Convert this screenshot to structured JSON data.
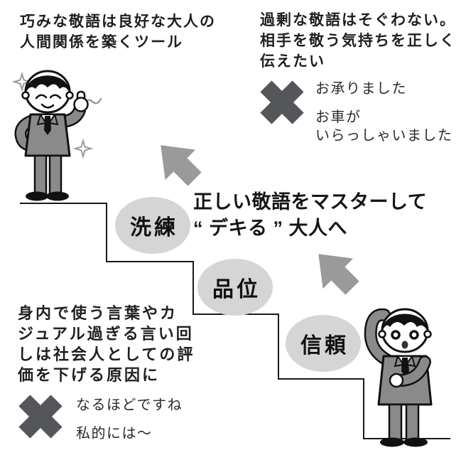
{
  "colors": {
    "text": "#1f1f1f",
    "x_mark": "#54565a",
    "arrow": "#9a9a9a",
    "step_circle": "#d5d5d5",
    "stair_line": "#1a1a1a",
    "suit": "#8a8a8a"
  },
  "top_left_note": {
    "line1": "巧みな敬語は良好な大人の",
    "line2": "人間関係を築くツール"
  },
  "top_right_note": {
    "line1": "過剰な敬語はそぐわない。",
    "line2": "相手を敬う気持ちを正しく",
    "line3": "伝えたい"
  },
  "top_bad_examples": {
    "item1": "お承りました",
    "item2_line1": "お車が",
    "item2_line2": "いらっしゃいました"
  },
  "headline": {
    "line1": "正しい敬語をマスターして",
    "line2": "“ デキる ” 大人へ"
  },
  "steps": [
    {
      "label": "洗練"
    },
    {
      "label": "品位"
    },
    {
      "label": "信頼"
    }
  ],
  "bottom_left_note": {
    "line1": "身内で使う言葉やカ",
    "line2": "ジュアル過ぎる言い回",
    "line3": "しは社会人としての評",
    "line4": "価を下げる原因に"
  },
  "bottom_bad_examples": {
    "item1": "なるほどですね",
    "item2": "私的には〜"
  }
}
